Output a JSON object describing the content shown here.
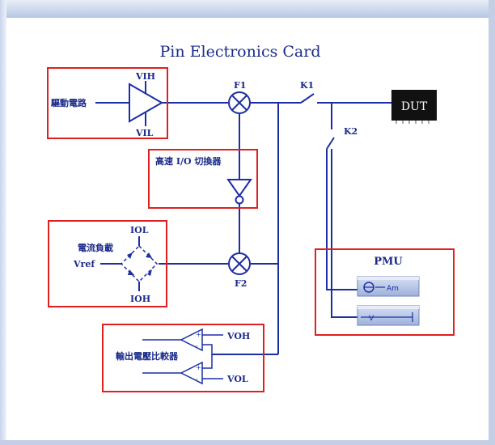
{
  "title": "Pin Electronics Card",
  "labels": {
    "driver": "驅動電路",
    "vih": "VIH",
    "vil": "VIL",
    "f1": "F1",
    "f2": "F2",
    "k1": "K1",
    "k2": "K2",
    "dut": "DUT",
    "io_switch": "高速 I/O 切換器",
    "current_load": "電流負載",
    "iol": "IOL",
    "ioh": "IOH",
    "vref": "Vref",
    "comparator": "輸出電壓比較器",
    "voh": "VOH",
    "vol": "VOL",
    "pmu": "PMU",
    "am": "Am",
    "v": "V"
  },
  "colors": {
    "wire": "#1c2ea6",
    "box": "#e02020",
    "dut_bg": "#111111",
    "dut_text": "#ffffff",
    "pmu_panel": "#b9c7e6"
  }
}
